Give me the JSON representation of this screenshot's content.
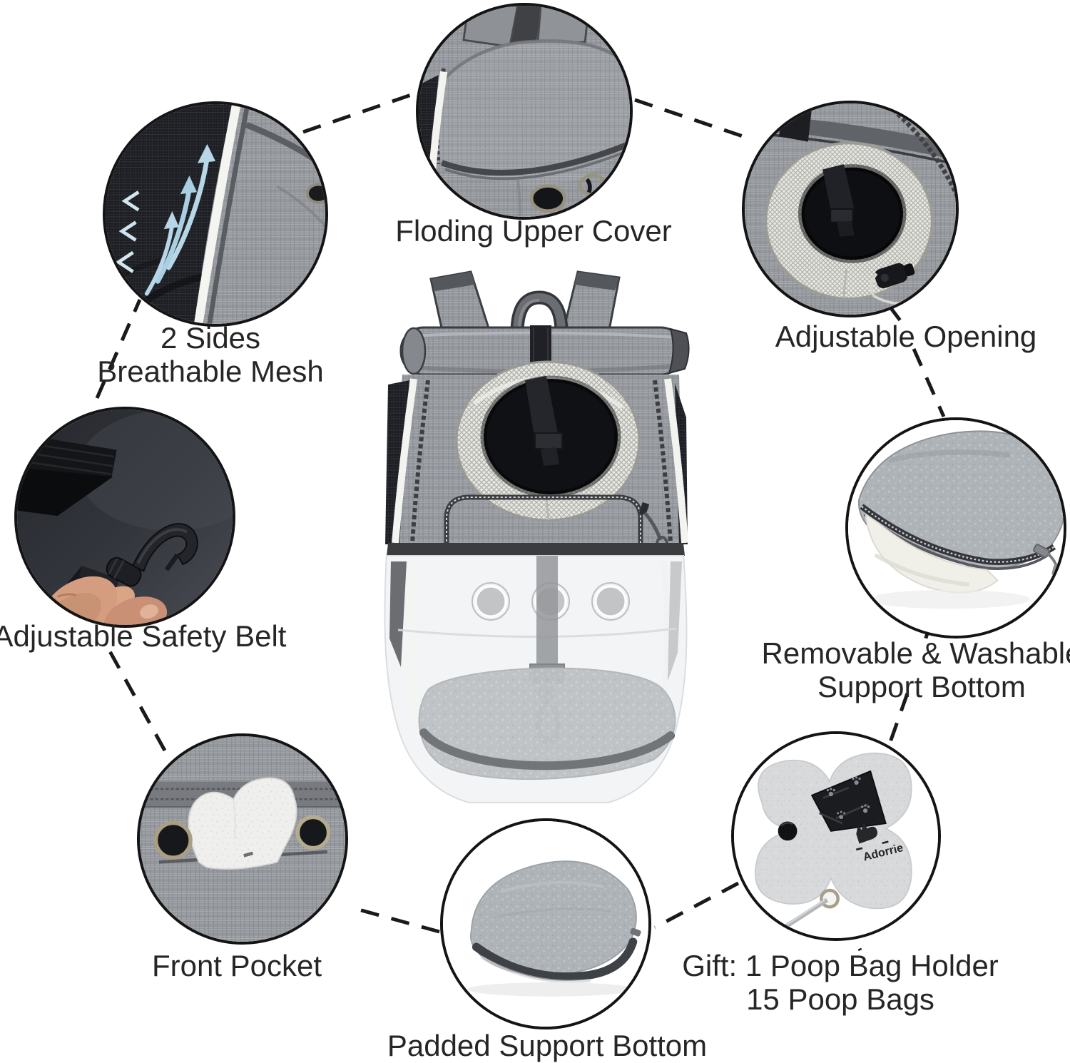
{
  "callouts": [
    {
      "id": "breathable-mesh",
      "icon": "airflow-arrows-icon",
      "lines": [
        "2 Sides",
        "Breathable Mesh"
      ]
    },
    {
      "id": "upper-cover",
      "icon": "folding-cover-icon",
      "lines": [
        "Floding Upper Cover"
      ]
    },
    {
      "id": "adjustable-opening",
      "icon": "drawstring-opening-icon",
      "lines": [
        "Adjustable Opening"
      ]
    },
    {
      "id": "safety-belt",
      "icon": "swivel-clip-icon",
      "lines": [
        "Adjustable Safety Belt"
      ]
    },
    {
      "id": "washable-bottom",
      "icon": "unzipped-pad-icon",
      "lines": [
        "Removable & Washable",
        "Support Bottom"
      ]
    },
    {
      "id": "front-pocket",
      "icon": "felt-in-pocket-icon",
      "lines": [
        "Front Pocket"
      ]
    },
    {
      "id": "padded-bottom",
      "icon": "support-pad-icon",
      "lines": [
        "Padded Support Bottom"
      ]
    },
    {
      "id": "gift",
      "icon": "poop-bag-holder-icon",
      "lines": [
        "Gift: 1 Poop Bag Holder",
        "15 Poop Bags"
      ]
    }
  ],
  "gift": {
    "brand": "Adorrie"
  },
  "colors": {
    "label_text": "#262626",
    "connector_line": "#1a1a1a",
    "fabric_gray": "#95989d",
    "mesh_dark": "#1b1d21",
    "mesh_ring_light": "#e8e8e4",
    "airflow_arrow_blue": "#b7d6e7",
    "felt_white": "#efefed",
    "felt_gray": "#d8d9db",
    "pad_gray": "#aeb3b7",
    "trim_dark": "#3b3d41"
  }
}
